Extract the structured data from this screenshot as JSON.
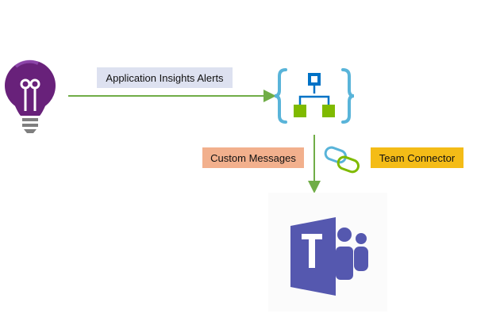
{
  "labels": {
    "app_insights_alerts": "Application Insights Alerts",
    "custom_messages": "Custom Messages",
    "team_connector": "Team Connector"
  },
  "icons": {
    "source": "application-insights-icon",
    "workflow": "logic-app-icon",
    "connector": "connector-link-icon",
    "destination": "microsoft-teams-icon"
  },
  "colors": {
    "arrow": "#70ad47",
    "lightbulb": "#68217a",
    "logic_app_blue": "#0072c6",
    "logic_app_green": "#7fba00",
    "teams_purple": "#5558af",
    "app_insights_label_bg": "#dde1f0",
    "custom_messages_label_bg": "#f2b08d",
    "team_connector_label_bg": "#f4bc17"
  }
}
